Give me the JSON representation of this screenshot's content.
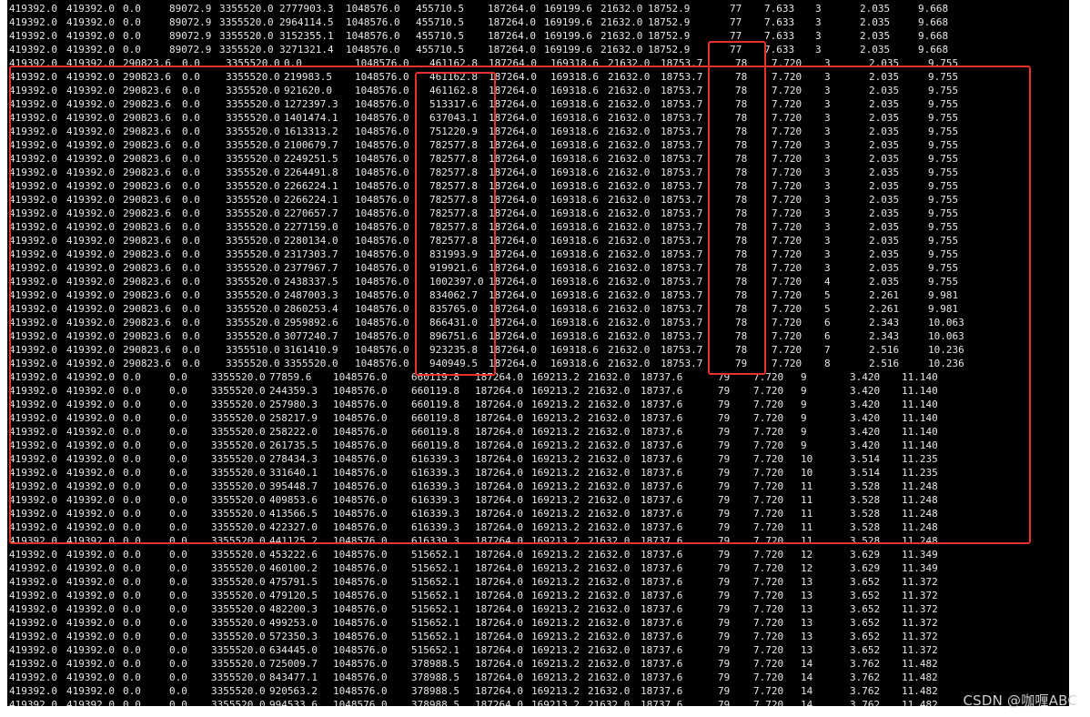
{
  "terminal": {
    "rows": [
      [
        "419392.0",
        "419392.0",
        "0.0",
        "89072.9",
        "3355520.0",
        "2777903.3",
        "1048576.0",
        "455710.5",
        "187264.0",
        "169199.6",
        "21632.0",
        "18752.9",
        "77",
        "7.633",
        "3",
        "2.035",
        "9.668"
      ],
      [
        "419392.0",
        "419392.0",
        "0.0",
        "89072.9",
        "3355520.0",
        "2964114.5",
        "1048576.0",
        "455710.5",
        "187264.0",
        "169199.6",
        "21632.0",
        "18752.9",
        "77",
        "7.633",
        "3",
        "2.035",
        "9.668"
      ],
      [
        "419392.0",
        "419392.0",
        "0.0",
        "89072.9",
        "3355520.0",
        "3152355.1",
        "1048576.0",
        "455710.5",
        "187264.0",
        "169199.6",
        "21632.0",
        "18752.9",
        "77",
        "7.633",
        "3",
        "2.035",
        "9.668"
      ],
      [
        "419392.0",
        "419392.0",
        "0.0",
        "89072.9",
        "3355520.0",
        "3271321.4",
        "1048576.0",
        "455710.5",
        "187264.0",
        "169199.6",
        "21632.0",
        "18752.9",
        "77",
        "7.633",
        "3",
        "2.035",
        "9.668"
      ],
      [
        "419392.0",
        "419392.0",
        "290823.6",
        "0.0",
        "3355520.0",
        "0.0",
        "1048576.0",
        "461162.8",
        "187264.0",
        "169318.6",
        "21632.0",
        "18753.7",
        "78",
        "7.720",
        "3",
        "2.035",
        "9.755"
      ],
      [
        "419392.0",
        "419392.0",
        "290823.6",
        "0.0",
        "3355520.0",
        "219983.5",
        "1048576.0",
        "461162.8",
        "187264.0",
        "169318.6",
        "21632.0",
        "18753.7",
        "78",
        "7.720",
        "3",
        "2.035",
        "9.755"
      ],
      [
        "419392.0",
        "419392.0",
        "290823.6",
        "0.0",
        "3355520.0",
        "921620.0",
        "1048576.0",
        "461162.8",
        "187264.0",
        "169318.6",
        "21632.0",
        "18753.7",
        "78",
        "7.720",
        "3",
        "2.035",
        "9.755"
      ],
      [
        "419392.0",
        "419392.0",
        "290823.6",
        "0.0",
        "3355520.0",
        "1272397.3",
        "1048576.0",
        "513317.6",
        "187264.0",
        "169318.6",
        "21632.0",
        "18753.7",
        "78",
        "7.720",
        "3",
        "2.035",
        "9.755"
      ],
      [
        "419392.0",
        "419392.0",
        "290823.6",
        "0.0",
        "3355520.0",
        "1401474.1",
        "1048576.0",
        "637043.1",
        "187264.0",
        "169318.6",
        "21632.0",
        "18753.7",
        "78",
        "7.720",
        "3",
        "2.035",
        "9.755"
      ],
      [
        "419392.0",
        "419392.0",
        "290823.6",
        "0.0",
        "3355520.0",
        "1613313.2",
        "1048576.0",
        "751220.9",
        "187264.0",
        "169318.6",
        "21632.0",
        "18753.7",
        "78",
        "7.720",
        "3",
        "2.035",
        "9.755"
      ],
      [
        "419392.0",
        "419392.0",
        "290823.6",
        "0.0",
        "3355520.0",
        "2100679.7",
        "1048576.0",
        "782577.8",
        "187264.0",
        "169318.6",
        "21632.0",
        "18753.7",
        "78",
        "7.720",
        "3",
        "2.035",
        "9.755"
      ],
      [
        "419392.0",
        "419392.0",
        "290823.6",
        "0.0",
        "3355520.0",
        "2249251.5",
        "1048576.0",
        "782577.8",
        "187264.0",
        "169318.6",
        "21632.0",
        "18753.7",
        "78",
        "7.720",
        "3",
        "2.035",
        "9.755"
      ],
      [
        "419392.0",
        "419392.0",
        "290823.6",
        "0.0",
        "3355520.0",
        "2264491.8",
        "1048576.0",
        "782577.8",
        "187264.0",
        "169318.6",
        "21632.0",
        "18753.7",
        "78",
        "7.720",
        "3",
        "2.035",
        "9.755"
      ],
      [
        "419392.0",
        "419392.0",
        "290823.6",
        "0.0",
        "3355520.0",
        "2266224.1",
        "1048576.0",
        "782577.8",
        "187264.0",
        "169318.6",
        "21632.0",
        "18753.7",
        "78",
        "7.720",
        "3",
        "2.035",
        "9.755"
      ],
      [
        "419392.0",
        "419392.0",
        "290823.6",
        "0.0",
        "3355520.0",
        "2266224.1",
        "1048576.0",
        "782577.8",
        "187264.0",
        "169318.6",
        "21632.0",
        "18753.7",
        "78",
        "7.720",
        "3",
        "2.035",
        "9.755"
      ],
      [
        "419392.0",
        "419392.0",
        "290823.6",
        "0.0",
        "3355520.0",
        "2270657.7",
        "1048576.0",
        "782577.8",
        "187264.0",
        "169318.6",
        "21632.0",
        "18753.7",
        "78",
        "7.720",
        "3",
        "2.035",
        "9.755"
      ],
      [
        "419392.0",
        "419392.0",
        "290823.6",
        "0.0",
        "3355520.0",
        "2277159.0",
        "1048576.0",
        "782577.8",
        "187264.0",
        "169318.6",
        "21632.0",
        "18753.7",
        "78",
        "7.720",
        "3",
        "2.035",
        "9.755"
      ],
      [
        "419392.0",
        "419392.0",
        "290823.6",
        "0.0",
        "3355520.0",
        "2280134.0",
        "1048576.0",
        "782577.8",
        "187264.0",
        "169318.6",
        "21632.0",
        "18753.7",
        "78",
        "7.720",
        "3",
        "2.035",
        "9.755"
      ],
      [
        "419392.0",
        "419392.0",
        "290823.6",
        "0.0",
        "3355520.0",
        "2317303.7",
        "1048576.0",
        "831993.9",
        "187264.0",
        "169318.6",
        "21632.0",
        "18753.7",
        "78",
        "7.720",
        "3",
        "2.035",
        "9.755"
      ],
      [
        "419392.0",
        "419392.0",
        "290823.6",
        "0.0",
        "3355520.0",
        "2377967.7",
        "1048576.0",
        "919921.6",
        "187264.0",
        "169318.6",
        "21632.0",
        "18753.7",
        "78",
        "7.720",
        "3",
        "2.035",
        "9.755"
      ],
      [
        "419392.0",
        "419392.0",
        "290823.6",
        "0.0",
        "3355520.0",
        "2438337.5",
        "1048576.0",
        "1002397.0",
        "187264.0",
        "169318.6",
        "21632.0",
        "18753.7",
        "78",
        "7.720",
        "4",
        "2.035",
        "9.755"
      ],
      [
        "419392.0",
        "419392.0",
        "290823.6",
        "0.0",
        "3355520.0",
        "2487003.3",
        "1048576.0",
        "834062.7",
        "187264.0",
        "169318.6",
        "21632.0",
        "18753.7",
        "78",
        "7.720",
        "5",
        "2.261",
        "9.981"
      ],
      [
        "419392.0",
        "419392.0",
        "290823.6",
        "0.0",
        "3355520.0",
        "2860253.4",
        "1048576.0",
        "835765.0",
        "187264.0",
        "169318.6",
        "21632.0",
        "18753.7",
        "78",
        "7.720",
        "5",
        "2.261",
        "9.981"
      ],
      [
        "419392.0",
        "419392.0",
        "290823.6",
        "0.0",
        "3355520.0",
        "2959892.6",
        "1048576.0",
        "866431.0",
        "187264.0",
        "169318.6",
        "21632.0",
        "18753.7",
        "78",
        "7.720",
        "6",
        "2.343",
        "10.063"
      ],
      [
        "419392.0",
        "419392.0",
        "290823.6",
        "0.0",
        "3355520.0",
        "3077240.7",
        "1048576.0",
        "896751.6",
        "187264.0",
        "169318.6",
        "21632.0",
        "18753.7",
        "78",
        "7.720",
        "6",
        "2.343",
        "10.063"
      ],
      [
        "419392.0",
        "419392.0",
        "290823.6",
        "0.0",
        "3355510.0",
        "3161410.9",
        "1048576.0",
        "923235.8",
        "187264.0",
        "169318.6",
        "21632.0",
        "18753.7",
        "78",
        "7.720",
        "7",
        "2.516",
        "10.236"
      ],
      [
        "419392.0",
        "419392.0",
        "290823.6",
        "0.0",
        "3355520.0",
        "3355520.0",
        "1048576.0",
        "940949.5",
        "187264.0",
        "169318.6",
        "21632.0",
        "18753.7",
        "79",
        "7.720",
        "8",
        "2.516",
        "10.236"
      ],
      [
        "419392.0",
        "419392.0",
        "0.0",
        "0.0",
        "3355520.0",
        "77859.6",
        "1048576.0",
        "660119.8",
        "187264.0",
        "169213.2",
        "21632.0",
        "18737.6",
        "79",
        "7.720",
        "9",
        "3.420",
        "11.140"
      ],
      [
        "419392.0",
        "419392.0",
        "0.0",
        "0.0",
        "3355520.0",
        "244359.3",
        "1048576.0",
        "660119.8",
        "187264.0",
        "169213.2",
        "21632.0",
        "18737.6",
        "79",
        "7.720",
        "9",
        "3.420",
        "11.140"
      ],
      [
        "419392.0",
        "419392.0",
        "0.0",
        "0.0",
        "3355520.0",
        "257980.3",
        "1048576.0",
        "660119.8",
        "187264.0",
        "169213.2",
        "21632.0",
        "18737.6",
        "79",
        "7.720",
        "9",
        "3.420",
        "11.140"
      ],
      [
        "419392.0",
        "419392.0",
        "0.0",
        "0.0",
        "3355520.0",
        "258217.9",
        "1048576.0",
        "660119.8",
        "187264.0",
        "169213.2",
        "21632.0",
        "18737.6",
        "79",
        "7.720",
        "9",
        "3.420",
        "11.140"
      ],
      [
        "419392.0",
        "419392.0",
        "0.0",
        "0.0",
        "3355520.0",
        "258222.0",
        "1048576.0",
        "660119.8",
        "187264.0",
        "169213.2",
        "21632.0",
        "18737.6",
        "79",
        "7.720",
        "9",
        "3.420",
        "11.140"
      ],
      [
        "419392.0",
        "419392.0",
        "0.0",
        "0.0",
        "3355520.0",
        "261735.5",
        "1048576.0",
        "660119.8",
        "187264.0",
        "169213.2",
        "21632.0",
        "18737.6",
        "79",
        "7.720",
        "9",
        "3.420",
        "11.140"
      ],
      [
        "419392.0",
        "419392.0",
        "0.0",
        "0.0",
        "3355520.0",
        "278434.3",
        "1048576.0",
        "616339.3",
        "187264.0",
        "169213.2",
        "21632.0",
        "18737.6",
        "79",
        "7.720",
        "10",
        "3.514",
        "11.235"
      ],
      [
        "419392.0",
        "419392.0",
        "0.0",
        "0.0",
        "3355520.0",
        "331640.1",
        "1048576.0",
        "616339.3",
        "187264.0",
        "169213.2",
        "21632.0",
        "18737.6",
        "79",
        "7.720",
        "10",
        "3.514",
        "11.235"
      ],
      [
        "419392.0",
        "419392.0",
        "0.0",
        "0.0",
        "3355520.0",
        "395448.7",
        "1048576.0",
        "616339.3",
        "187264.0",
        "169213.2",
        "21632.0",
        "18737.6",
        "79",
        "7.720",
        "11",
        "3.528",
        "11.248"
      ],
      [
        "419392.0",
        "419392.0",
        "0.0",
        "0.0",
        "3355520.0",
        "409853.6",
        "1048576.0",
        "616339.3",
        "187264.0",
        "169213.2",
        "21632.0",
        "18737.6",
        "79",
        "7.720",
        "11",
        "3.528",
        "11.248"
      ],
      [
        "419392.0",
        "419392.0",
        "0.0",
        "0.0",
        "3355520.0",
        "413566.5",
        "1048576.0",
        "616339.3",
        "187264.0",
        "169213.2",
        "21632.0",
        "18737.6",
        "79",
        "7.720",
        "11",
        "3.528",
        "11.248"
      ],
      [
        "419392.0",
        "419392.0",
        "0.0",
        "0.0",
        "3355520.0",
        "422327.0",
        "1048576.0",
        "616339.3",
        "187264.0",
        "169213.2",
        "21632.0",
        "18737.6",
        "79",
        "7.720",
        "11",
        "3.528",
        "11.248"
      ],
      [
        "419392.0",
        "419392.0",
        "0.0",
        "0.0",
        "3355520.0",
        "441125.2",
        "1048576.0",
        "616339.3",
        "187264.0",
        "169213.2",
        "21632.0",
        "18737.6",
        "79",
        "7.720",
        "11",
        "3.528",
        "11.248"
      ],
      [
        "419392.0",
        "419392.0",
        "0.0",
        "0.0",
        "3355520.0",
        "453222.6",
        "1048576.0",
        "515652.1",
        "187264.0",
        "169213.2",
        "21632.0",
        "18737.6",
        "79",
        "7.720",
        "12",
        "3.629",
        "11.349"
      ],
      [
        "419392.0",
        "419392.0",
        "0.0",
        "0.0",
        "3355520.0",
        "460100.2",
        "1048576.0",
        "515652.1",
        "187264.0",
        "169213.2",
        "21632.0",
        "18737.6",
        "79",
        "7.720",
        "12",
        "3.629",
        "11.349"
      ],
      [
        "419392.0",
        "419392.0",
        "0.0",
        "0.0",
        "3355520.0",
        "475791.5",
        "1048576.0",
        "515652.1",
        "187264.0",
        "169213.2",
        "21632.0",
        "18737.6",
        "79",
        "7.720",
        "13",
        "3.652",
        "11.372"
      ],
      [
        "419392.0",
        "419392.0",
        "0.0",
        "0.0",
        "3355520.0",
        "479120.5",
        "1048576.0",
        "515652.1",
        "187264.0",
        "169213.2",
        "21632.0",
        "18737.6",
        "79",
        "7.720",
        "13",
        "3.652",
        "11.372"
      ],
      [
        "419392.0",
        "419392.0",
        "0.0",
        "0.0",
        "3355520.0",
        "482200.3",
        "1048576.0",
        "515652.1",
        "187264.0",
        "169213.2",
        "21632.0",
        "18737.6",
        "79",
        "7.720",
        "13",
        "3.652",
        "11.372"
      ],
      [
        "419392.0",
        "419392.0",
        "0.0",
        "0.0",
        "3355520.0",
        "499253.0",
        "1048576.0",
        "515652.1",
        "187264.0",
        "169213.2",
        "21632.0",
        "18737.6",
        "79",
        "7.720",
        "13",
        "3.652",
        "11.372"
      ],
      [
        "419392.0",
        "419392.0",
        "0.0",
        "0.0",
        "3355520.0",
        "572350.3",
        "1048576.0",
        "515652.1",
        "187264.0",
        "169213.2",
        "21632.0",
        "18737.6",
        "79",
        "7.720",
        "13",
        "3.652",
        "11.372"
      ],
      [
        "419392.0",
        "419392.0",
        "0.0",
        "0.0",
        "3355520.0",
        "634445.0",
        "1048576.0",
        "515652.1",
        "187264.0",
        "169213.2",
        "21632.0",
        "18737.6",
        "79",
        "7.720",
        "13",
        "3.652",
        "11.372"
      ],
      [
        "419392.0",
        "419392.0",
        "0.0",
        "0.0",
        "3355520.0",
        "725009.7",
        "1048576.0",
        "378988.5",
        "187264.0",
        "169213.2",
        "21632.0",
        "18737.6",
        "79",
        "7.720",
        "14",
        "3.762",
        "11.482"
      ],
      [
        "419392.0",
        "419392.0",
        "0.0",
        "0.0",
        "3355520.0",
        "843477.1",
        "1048576.0",
        "378988.5",
        "187264.0",
        "169213.2",
        "21632.0",
        "18737.6",
        "79",
        "7.720",
        "14",
        "3.762",
        "11.482"
      ],
      [
        "419392.0",
        "419392.0",
        "0.0",
        "0.0",
        "3355520.0",
        "920563.2",
        "1048576.0",
        "378988.5",
        "187264.0",
        "169213.2",
        "21632.0",
        "18737.6",
        "79",
        "7.720",
        "14",
        "3.762",
        "11.482"
      ],
      [
        "419392.0",
        "419392.0",
        "0.0",
        "0.0",
        "3355520.0",
        "994533.6",
        "1048576.0",
        "378988.5",
        "187264.0",
        "169213.2",
        "21632.0",
        "18737.6",
        "79",
        "7.720",
        "14",
        "3.762",
        "11.482"
      ]
    ]
  },
  "annotations": {
    "highlight_color": "#e8302a"
  },
  "watermark": {
    "text": "CSDN @咖喱ABC"
  }
}
